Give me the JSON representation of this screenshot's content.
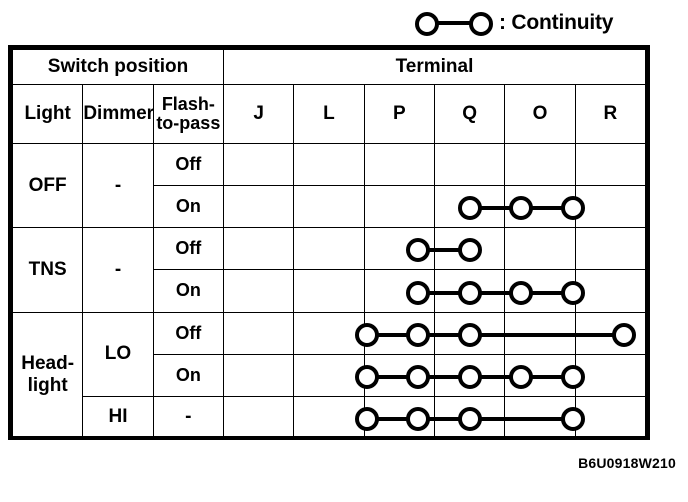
{
  "legend": {
    "symbol_name": "continuity-symbol",
    "label": ": Continuity"
  },
  "table": {
    "group_headers": [
      {
        "label": "Switch position",
        "span": 3
      },
      {
        "label": "Terminal",
        "span": 6
      }
    ],
    "switch_columns": [
      "Light",
      "Dimmer",
      "Flash-to-pass"
    ],
    "flash_header_line1": "Flash-",
    "flash_header_line2": "to-pass",
    "terminal_columns": [
      "J",
      "L",
      "P",
      "Q",
      "O",
      "R"
    ],
    "light_groups": [
      {
        "label": "OFF",
        "rows": 2
      },
      {
        "label": "TNS",
        "rows": 2
      },
      {
        "label": "Head-light",
        "label_line1": "Head-",
        "label_line2": "light",
        "rows": 3
      }
    ],
    "dimmer_groups": [
      {
        "label": "-",
        "rows": 2
      },
      {
        "label": "-",
        "rows": 2
      },
      {
        "label": "LO",
        "rows": 2
      },
      {
        "label": "HI",
        "rows": 1
      }
    ],
    "rows": [
      {
        "light": "OFF",
        "dimmer": "-",
        "flash": "Off",
        "connected": []
      },
      {
        "light": "OFF",
        "dimmer": "-",
        "flash": "On",
        "connected": [
          "P",
          "Q",
          "O"
        ]
      },
      {
        "light": "TNS",
        "dimmer": "-",
        "flash": "Off",
        "connected": [
          "L",
          "P"
        ]
      },
      {
        "light": "TNS",
        "dimmer": "-",
        "flash": "On",
        "connected": [
          "L",
          "P",
          "Q",
          "O"
        ]
      },
      {
        "light": "Head-light",
        "dimmer": "LO",
        "flash": "Off",
        "connected": [
          "J",
          "L",
          "P",
          "R"
        ],
        "nodes": [
          "J",
          "L",
          "P",
          "R"
        ]
      },
      {
        "light": "Head-light",
        "dimmer": "LO",
        "flash": "On",
        "connected": [
          "J",
          "L",
          "P",
          "Q",
          "O"
        ],
        "nodes": [
          "J",
          "L",
          "P",
          "Q",
          "O"
        ]
      },
      {
        "light": "Head-light",
        "dimmer": "HI",
        "flash": "-",
        "connected": [
          "J",
          "L",
          "P",
          "O"
        ],
        "nodes": [
          "J",
          "L",
          "P",
          "O"
        ]
      }
    ]
  },
  "figure_code": "B6U0918W210",
  "colors": {
    "ink": "#000000",
    "paper": "#ffffff"
  }
}
